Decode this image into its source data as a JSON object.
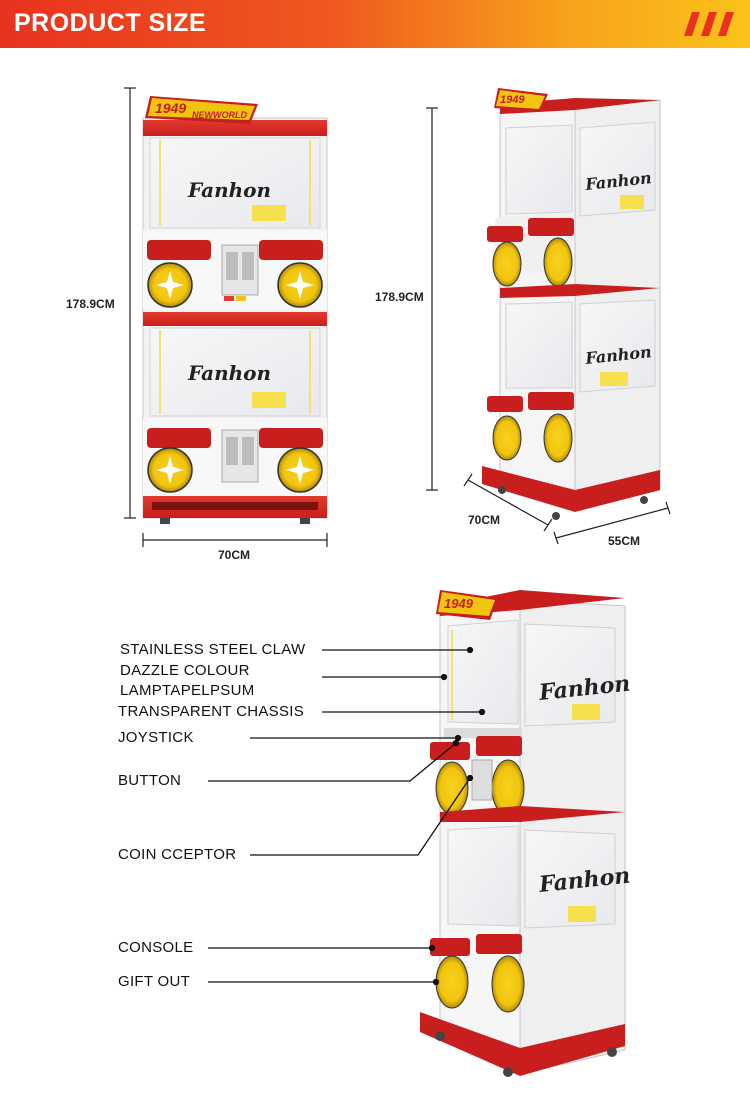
{
  "header": {
    "title": "PRODUCT SIZE",
    "accent_color": "#e8321f",
    "accent_color_end": "#fbc21a"
  },
  "brand": {
    "badge_top": "1949",
    "badge_bottom": "NEWWORLD",
    "logo": "Fanhon"
  },
  "front_view": {
    "height_label": "178.9CM",
    "width_label": "70CM"
  },
  "side_view": {
    "height_label": "178.9CM",
    "width_label": "70CM",
    "depth_label": "55CM"
  },
  "callouts": [
    "STAINLESS STEEL CLAW",
    "DAZZLE COLOUR",
    "LAMPTAPELPSUM",
    "TRANSPARENT CHASSIS",
    "JOYSTICK",
    "BUTTON",
    "COIN CCEPTOR",
    "CONSOLE",
    "GIFT OUT"
  ]
}
